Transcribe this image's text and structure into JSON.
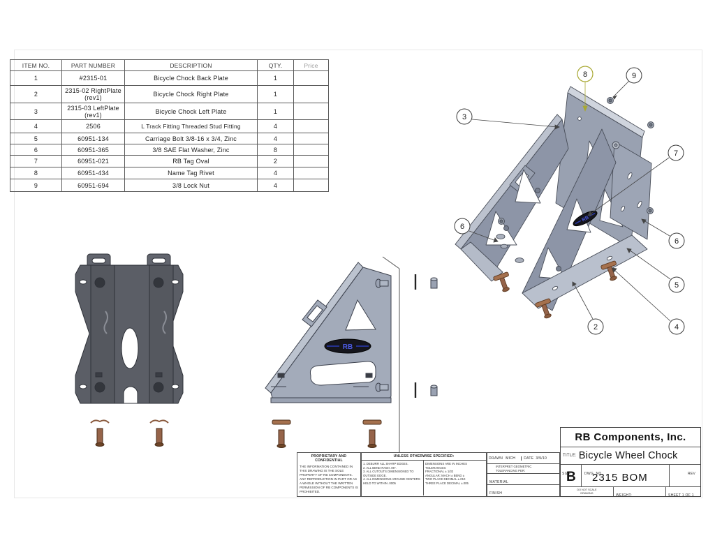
{
  "bom": {
    "headers": [
      "ITEM NO.",
      "PART NUMBER",
      "DESCRIPTION",
      "QTY.",
      "Price"
    ],
    "rows": [
      {
        "item": "1",
        "part": "#2315-01",
        "desc": "Bicycle Chock Back Plate",
        "qty": "1",
        "price": ""
      },
      {
        "item": "2",
        "part": "2315-02 RightPlate\n(rev1)",
        "desc": "Bicycle Chock Right Plate",
        "qty": "1",
        "price": ""
      },
      {
        "item": "3",
        "part": "2315-03 LeftPlate\n(rev1)",
        "desc": "Bicycle Chock Left Plate",
        "qty": "1",
        "price": ""
      },
      {
        "item": "4",
        "part": "2506",
        "desc": "L Track Fitting Threaded Stud Fitting",
        "qty": "4",
        "price": ""
      },
      {
        "item": "5",
        "part": "60951-134",
        "desc": "Carriage Bolt 3/8-16 x 3/4, Zinc",
        "qty": "4",
        "price": ""
      },
      {
        "item": "6",
        "part": "60951-365",
        "desc": "3/8 SAE Flat Washer, Zinc",
        "qty": "8",
        "price": ""
      },
      {
        "item": "7",
        "part": "60951-021",
        "desc": "RB Tag Oval",
        "qty": "2",
        "price": ""
      },
      {
        "item": "8",
        "part": "60951-434",
        "desc": "Name Tag Rivet",
        "qty": "4",
        "price": ""
      },
      {
        "item": "9",
        "part": "60951-694",
        "desc": "3/8 Lock Nut",
        "qty": "4",
        "price": ""
      }
    ]
  },
  "balloons": {
    "b8": "8",
    "b9": "9",
    "b3": "3",
    "b7": "7",
    "b6l": "6",
    "b6r": "6",
    "b5": "5",
    "b2": "2",
    "b4": "4"
  },
  "logo": {
    "rb": "RB"
  },
  "notes": {
    "proprietary_title": "PROPRIETARY AND CONFIDENTIAL",
    "proprietary_body": "THE INFORMATION CONTAINED IN THIS DRAWING IS THE SOLE PROPERTY OF RB COMPONENTS. ANY REPRODUCTION IN PART OR AS A WHOLE WITHOUT THE WRITTEN PERMISSION OF RB COMPONENTS IS PROHIBITED.",
    "unless_title": "UNLESS OTHERWISE SPECIFIED:",
    "unless_notes": "1. DEBURR ALL SHARP EDGES.\n2. ALL BEND RADII .06\".\n3. ALL CUTOUTS DIMENSIONED TO OUTSIDE EDGE.\n4. ALL DIMENSIONS AROUND CENTERS HELD TO WITHIN .0005",
    "tolerances": "DIMENSIONS ARE IN INCHES\nTOLERANCES:\nFRACTIONAL ± 1/32\nANGULAR: MACH ±   BEND ±\nTWO PLACE DECIMAL    ±.010\nTHREE PLACE DECIMAL  ±.005",
    "drawn_label": "DRAWN",
    "drawn_name": "MICH",
    "date_label": "DATE",
    "date_value": "3/9/10",
    "interpret": "INTERPRET GEOMETRIC\nTOLERANCING PER:",
    "material_label": "MATERIAL",
    "finish_label": "FINISH"
  },
  "titleblock": {
    "company": "RB Components, Inc.",
    "title_label": "TITLE:",
    "title": "Bicycle Wheel Chock",
    "size_label": "SIZE",
    "size": "B",
    "dwg_label": "DWG.  NO.",
    "dwg_no": "2315 BOM",
    "rev_label": "REV",
    "scale_note": "DO NOT SCALE\nDRAWING",
    "weight_label": "WEIGHT:",
    "sheet": "SHEET 1 OF 1"
  }
}
